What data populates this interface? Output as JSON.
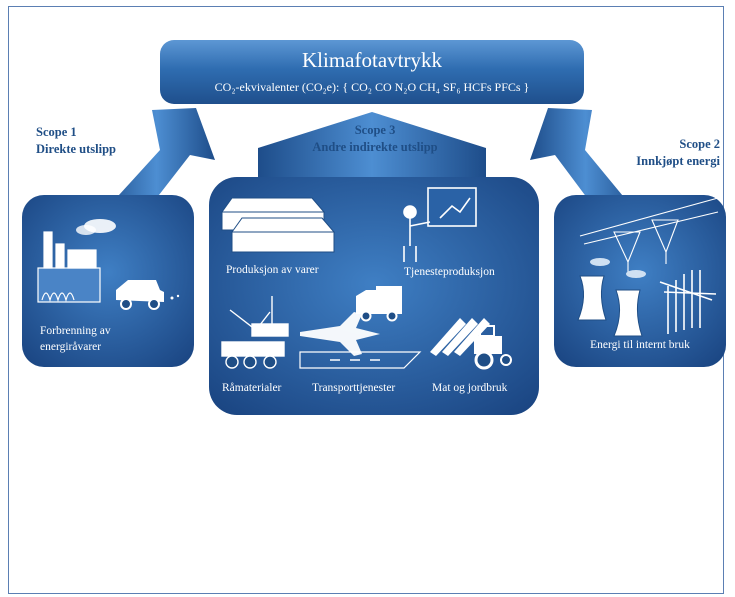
{
  "header": {
    "title": "Klimafotavtrykk",
    "subtitle": "CO₂-ekvivalenter (CO₂e): { CO₂  CO  N₂O  CH₄  SF₆  HCFs  PFCs }"
  },
  "scopes": {
    "scope1": {
      "name": "Scope 1",
      "desc": "Direkte utslipp"
    },
    "scope2": {
      "name": "Scope 2",
      "desc": "Innkjøpt energi"
    },
    "scope3": {
      "name": "Scope 3",
      "desc": "Andre indirekte utslipp"
    }
  },
  "panels": {
    "left": {
      "label_line1": "Forbrenning av",
      "label_line2": "energiråvarer"
    },
    "center": {
      "items": [
        "Produksjon av varer",
        "Tjenesteproduksjon",
        "Råmaterialer",
        "Transporttjenester",
        "Mat og jordbruk"
      ]
    },
    "right": {
      "label": "Energi til internt bruk"
    }
  },
  "colors": {
    "panel_dark": "#1f4e86",
    "panel_mid": "#2e6cb0",
    "panel_light": "#4f8fd0",
    "scope_text": "#1f4e86",
    "frame": "#5b7fb3"
  }
}
